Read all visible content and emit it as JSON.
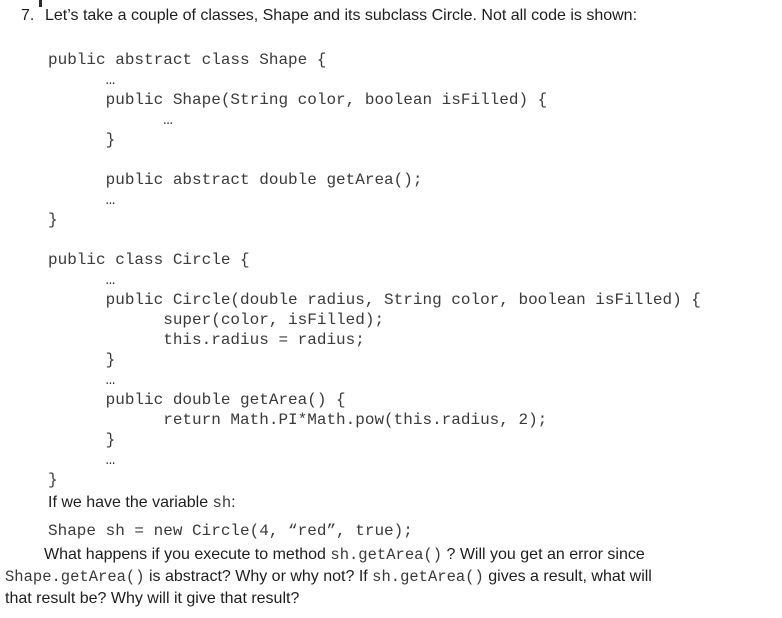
{
  "question": {
    "number": "7.",
    "text": "Let’s take a couple of classes, Shape and its subclass Circle. Not all code is shown:"
  },
  "code": {
    "lines": [
      "public abstract class Shape {",
      "      …",
      "      public Shape(String color, boolean isFilled) {",
      "            …",
      "      }",
      "",
      "      public abstract double getArea();",
      "      …",
      "}",
      "",
      "public class Circle {",
      "      …",
      "      public Circle(double radius, String color, boolean isFilled) {",
      "            super(color, isFilled);",
      "            this.radius = radius;",
      "      }",
      "      …",
      "      public double getArea() {",
      "            return Math.PI*Math.pow(this.radius, 2);",
      "      }",
      "      …",
      "}"
    ]
  },
  "variable_line": {
    "prefix": "If we have the variable ",
    "var": "sh",
    "suffix": ":"
  },
  "declaration": "Shape sh = new Circle(4, “red”, true);",
  "paragraph": {
    "line1": {
      "t1": "What happens if you execute to method ",
      "c1": "sh.getArea()",
      "t2": " ? Will you get an error since"
    },
    "line2": {
      "c1": "Shape.getArea()",
      "t1": " is abstract? Why or why not? If ",
      "c2": "sh.getArea()",
      "t2": " gives a result, what will"
    },
    "line3": {
      "t1": "that result be? Why will it give that result?"
    }
  }
}
